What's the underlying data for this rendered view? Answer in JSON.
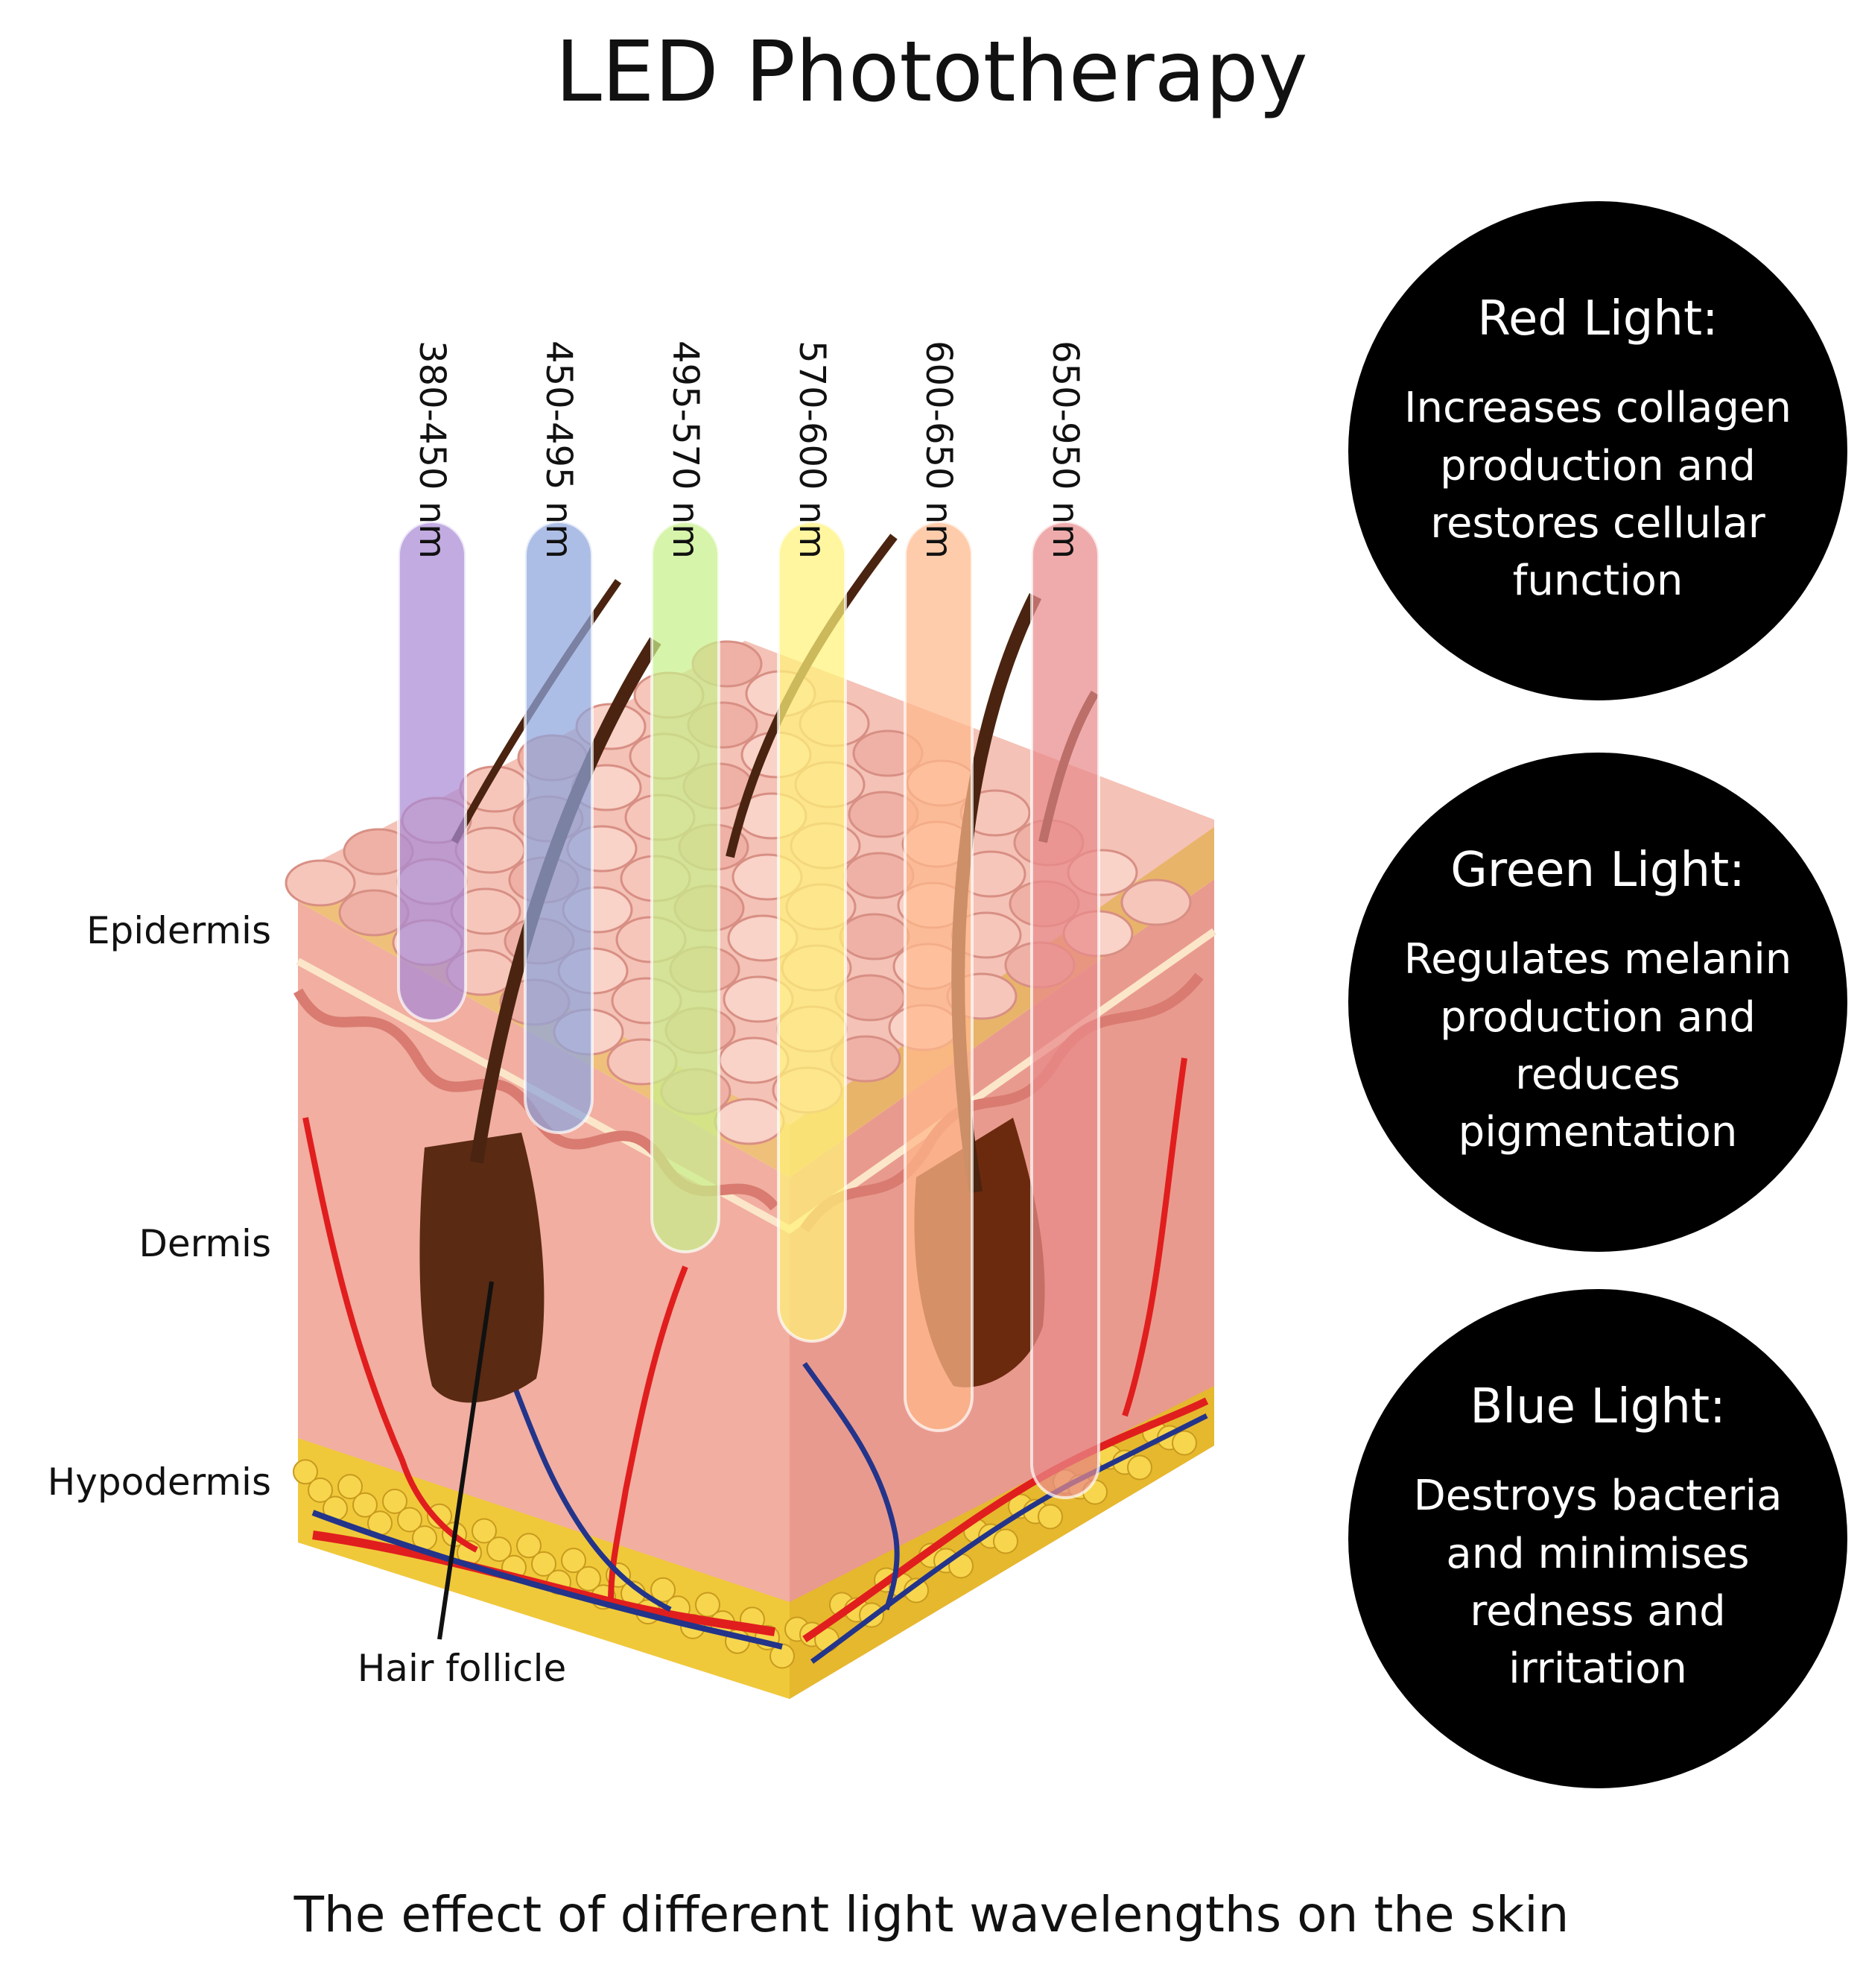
{
  "title": "LED Phototherapy",
  "caption": "The effect of different light wavelengths on the skin",
  "layers": {
    "epidermis": "Epidermis",
    "dermis": "Dermis",
    "hypodermis": "Hypodermis",
    "hair_follicle": "Hair follicle"
  },
  "wavelengths": [
    {
      "label": "380-450 nm",
      "color": "#a98bd6"
    },
    {
      "label": "450-495 nm",
      "color": "#8ea5dc"
    },
    {
      "label": "495-570 nm",
      "color": "#c8f08a"
    },
    {
      "label": "570-600 nm",
      "color": "#fff27a"
    },
    {
      "label": "600-650 nm",
      "color": "#ffb88a"
    },
    {
      "label": "650-950 nm",
      "color": "#e98a8a"
    }
  ],
  "effects": {
    "red": {
      "title": "Red Light:",
      "body": "Increases collagen production and restores cellular function"
    },
    "green": {
      "title": "Green Light:",
      "body": "Regulates melanin production and reduces pigmentation"
    },
    "blue": {
      "title": "Blue Light:",
      "body": "Destroys bacteria and minimises redness and irritation"
    }
  },
  "colors": {
    "skin": "#f2b3a8",
    "skin_dark": "#e38d82",
    "epidermis_band": "#efc07a",
    "fat": "#f0c93a",
    "artery": "#e01e1e",
    "vein": "#23348a",
    "hair": "#4a2410"
  }
}
